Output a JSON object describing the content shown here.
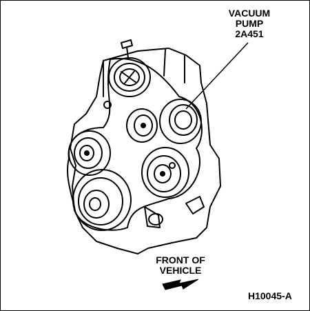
{
  "figure": {
    "figure_id": "H10045-A",
    "callout": {
      "line1": "VACUUM",
      "line2": "PUMP",
      "line3": "2A451"
    },
    "direction_label": {
      "line1": "FRONT OF",
      "line2": "VEHICLE"
    }
  },
  "colors": {
    "ink": "#000000",
    "paper": "#ffffff"
  },
  "icons": {
    "direction_arrow": "arrow-down-left-icon"
  }
}
